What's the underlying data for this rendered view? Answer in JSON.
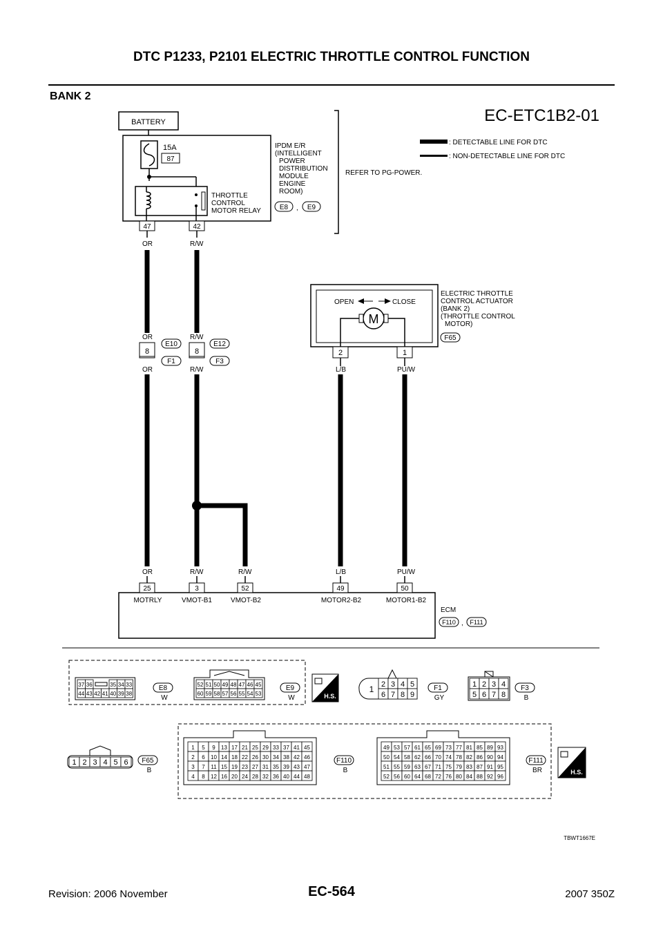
{
  "header": {
    "title": "DTC P1233, P2101 ELECTRIC THROTTLE CONTROL FUNCTION",
    "section": "BANK 2"
  },
  "diagram": {
    "code": "EC-ETC1B2-01",
    "legend": {
      "detectable": ": DETECTABLE LINE FOR DTC",
      "non_detectable": ": NON-DETECTABLE LINE FOR DTC"
    },
    "battery": "BATTERY",
    "fuse": {
      "rating": "15A",
      "number": "87"
    },
    "ipdm": {
      "lines": [
        "IPDM E/R",
        "(INTELLIGENT",
        "POWER",
        "DISTRIBUTION",
        "MODULE",
        "ENGINE",
        "ROOM)"
      ],
      "connectors": [
        "E8",
        ",",
        "E9"
      ],
      "refer": "REFER TO PG-POWER."
    },
    "relay": {
      "lines": [
        "THROTTLE",
        "CONTROL",
        "MOTOR RELAY"
      ]
    },
    "ipdm_pins": [
      "47",
      "42"
    ],
    "actuator": {
      "lines": [
        "ELECTRIC THROTTLE",
        "CONTROL ACTUATOR",
        "(BANK 2)",
        "(THROTTLE CONTROL",
        "MOTOR)"
      ],
      "connector": "F65",
      "open": "OPEN",
      "close": "CLOSE",
      "motor": "M",
      "pins": [
        "2",
        "1"
      ]
    },
    "wire_colors": {
      "or": "OR",
      "rw": "R/W",
      "lb": "L/B",
      "puw": "PU/W"
    },
    "joint": {
      "pin_a": "8",
      "pin_b": "8",
      "conn_e10": "E10",
      "conn_e12": "E12",
      "conn_f1": "F1",
      "conn_f3": "F3"
    },
    "ecm": {
      "label": "ECM",
      "connectors": [
        "F110",
        ",",
        "F111"
      ],
      "pins": [
        {
          "num": "25",
          "name": "MOTRLY"
        },
        {
          "num": "3",
          "name": "VMOT-B1"
        },
        {
          "num": "52",
          "name": "VMOT-B2"
        },
        {
          "num": "49",
          "name": "MOTOR2-B2"
        },
        {
          "num": "50",
          "name": "MOTOR1-B2"
        }
      ]
    },
    "connectors_panel": {
      "e8": {
        "id": "E8",
        "color": "W",
        "top": [
          "37",
          "36",
          "",
          "35",
          "34",
          "33"
        ],
        "bottom": [
          "44",
          "43",
          "42",
          "41",
          "40",
          "39",
          "38"
        ]
      },
      "e9": {
        "id": "E9",
        "color": "W",
        "top": [
          "52",
          "51",
          "50",
          "49",
          "48",
          "47",
          "46",
          "45"
        ],
        "bottom": [
          "60",
          "59",
          "58",
          "57",
          "56",
          "55",
          "54",
          "53"
        ]
      },
      "f1": {
        "id": "F1",
        "color": "GY",
        "big": "1",
        "top": [
          "2",
          "3",
          "4",
          "5"
        ],
        "bottom": [
          "6",
          "7",
          "8",
          "9"
        ]
      },
      "f3": {
        "id": "F3",
        "color": "B",
        "top": [
          "1",
          "2",
          "3",
          "4"
        ],
        "bottom": [
          "5",
          "6",
          "7",
          "8"
        ]
      },
      "f65": {
        "id": "F65",
        "color": "B",
        "pins": [
          "1",
          "2",
          "3",
          "4",
          "5",
          "6"
        ]
      },
      "f110": {
        "id": "F110",
        "color": "B",
        "rows": [
          [
            "1",
            "5",
            "9",
            "13",
            "17",
            "21",
            "25",
            "29",
            "33",
            "37",
            "41",
            "45"
          ],
          [
            "2",
            "6",
            "10",
            "14",
            "18",
            "22",
            "26",
            "30",
            "34",
            "38",
            "42",
            "46"
          ],
          [
            "3",
            "7",
            "11",
            "15",
            "19",
            "23",
            "27",
            "31",
            "35",
            "39",
            "43",
            "47"
          ],
          [
            "4",
            "8",
            "12",
            "16",
            "20",
            "24",
            "28",
            "32",
            "36",
            "40",
            "44",
            "48"
          ]
        ]
      },
      "f111": {
        "id": "F111",
        "color": "BR",
        "rows": [
          [
            "49",
            "53",
            "57",
            "61",
            "65",
            "69",
            "73",
            "77",
            "81",
            "85",
            "89",
            "93"
          ],
          [
            "50",
            "54",
            "58",
            "62",
            "66",
            "70",
            "74",
            "78",
            "82",
            "86",
            "90",
            "94"
          ],
          [
            "51",
            "55",
            "59",
            "63",
            "67",
            "71",
            "75",
            "79",
            "83",
            "87",
            "91",
            "95"
          ],
          [
            "52",
            "56",
            "60",
            "64",
            "68",
            "72",
            "76",
            "80",
            "84",
            "88",
            "92",
            "96"
          ]
        ]
      },
      "hs": "H.S."
    },
    "figure_id": "TBWT1667E"
  },
  "footer": {
    "revision": "Revision: 2006 November",
    "page": "EC-564",
    "model": "2007 350Z"
  }
}
